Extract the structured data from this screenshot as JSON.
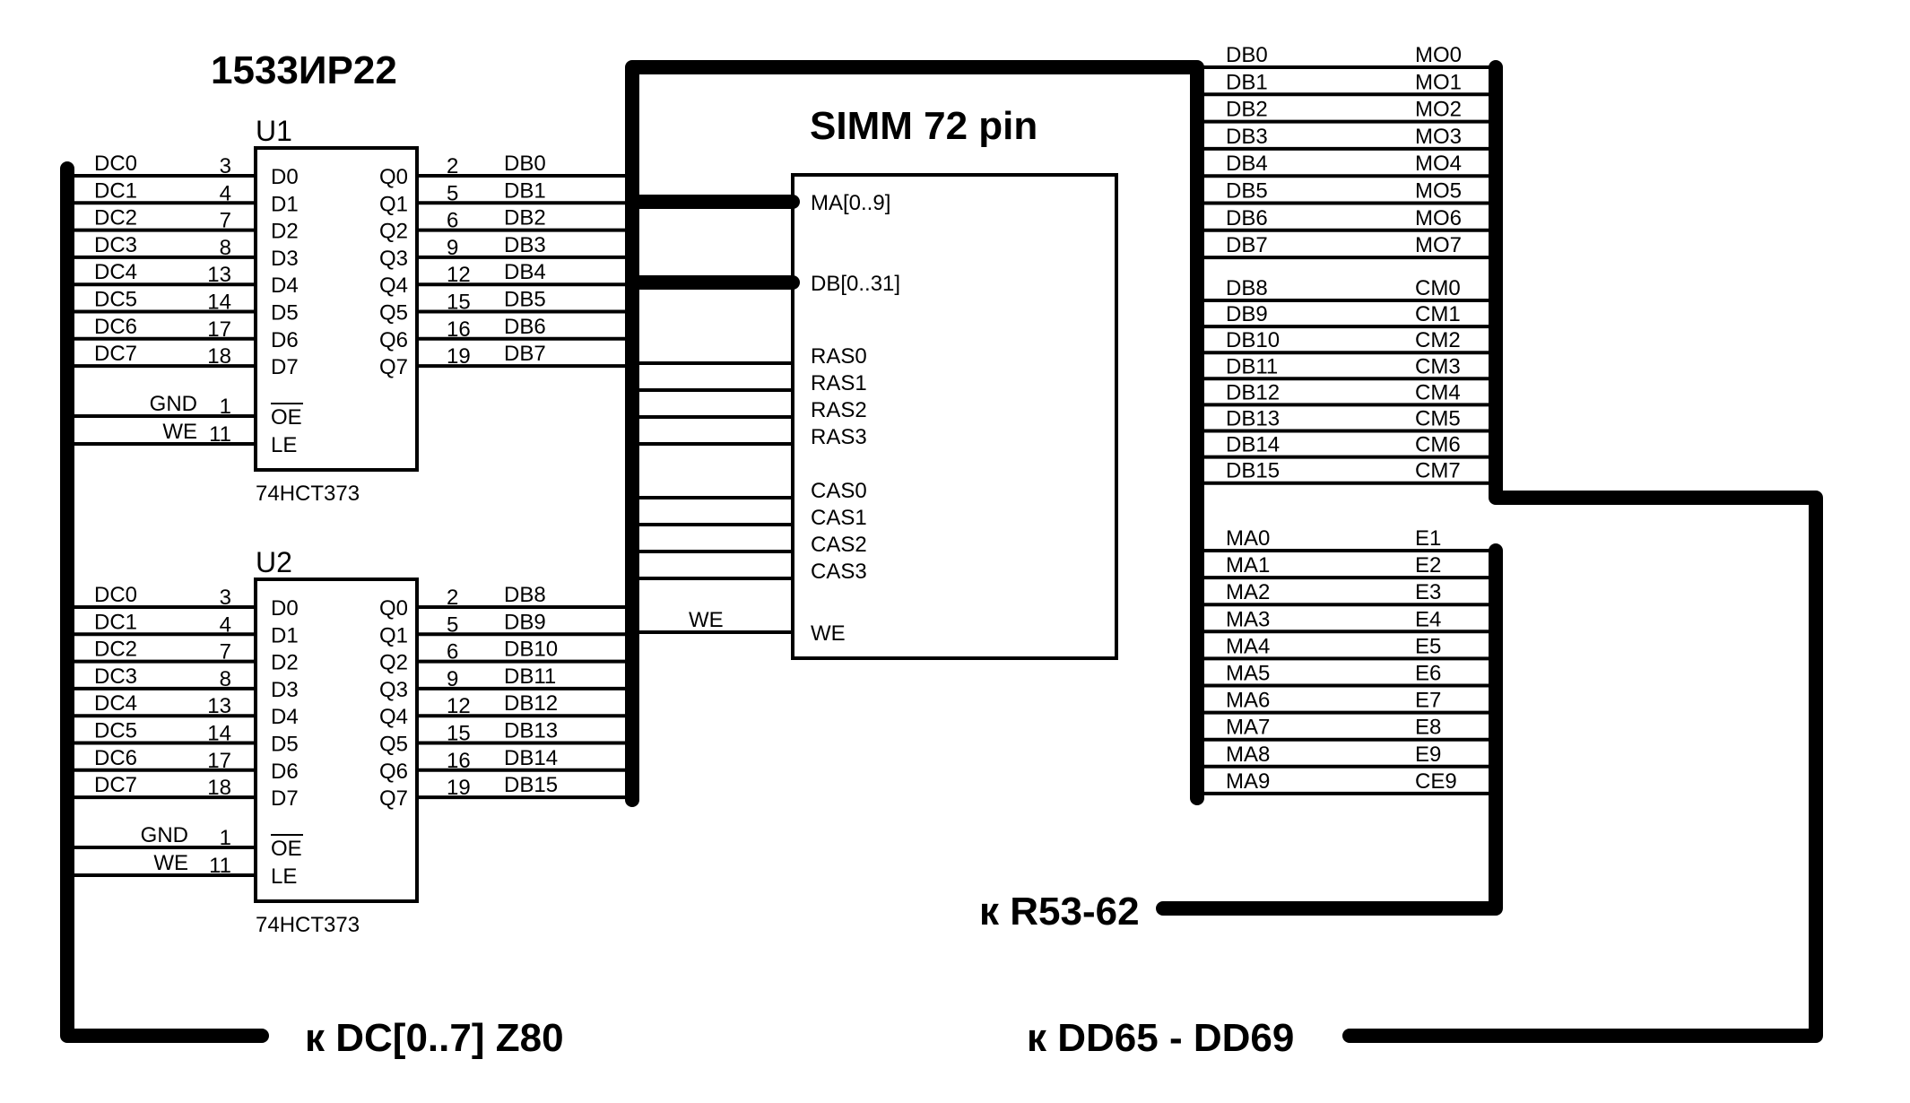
{
  "title": "1533ИР22",
  "latches": [
    {
      "ref": "U1",
      "part": "74HCT373",
      "inputs": [
        {
          "net": "DC0",
          "pin": "3",
          "name": "D0"
        },
        {
          "net": "DC1",
          "pin": "4",
          "name": "D1"
        },
        {
          "net": "DC2",
          "pin": "7",
          "name": "D2"
        },
        {
          "net": "DC3",
          "pin": "8",
          "name": "D3"
        },
        {
          "net": "DC4",
          "pin": "13",
          "name": "D4"
        },
        {
          "net": "DC5",
          "pin": "14",
          "name": "D5"
        },
        {
          "net": "DC6",
          "pin": "17",
          "name": "D6"
        },
        {
          "net": "DC7",
          "pin": "18",
          "name": "D7"
        }
      ],
      "outputs": [
        {
          "net": "DB0",
          "pin": "2",
          "name": "Q0"
        },
        {
          "net": "DB1",
          "pin": "5",
          "name": "Q1"
        },
        {
          "net": "DB2",
          "pin": "6",
          "name": "Q2"
        },
        {
          "net": "DB3",
          "pin": "9",
          "name": "Q3"
        },
        {
          "net": "DB4",
          "pin": "12",
          "name": "Q4"
        },
        {
          "net": "DB5",
          "pin": "15",
          "name": "Q5"
        },
        {
          "net": "DB6",
          "pin": "16",
          "name": "Q6"
        },
        {
          "net": "DB7",
          "pin": "19",
          "name": "Q7"
        }
      ],
      "control": [
        {
          "net": "GND",
          "pin": "1",
          "name": "OE",
          "inverted": true
        },
        {
          "net": "WE",
          "pin": "11",
          "name": "LE",
          "inverted": false
        }
      ]
    },
    {
      "ref": "U2",
      "part": "74HCT373",
      "inputs": [
        {
          "net": "DC0",
          "pin": "3",
          "name": "D0"
        },
        {
          "net": "DC1",
          "pin": "4",
          "name": "D1"
        },
        {
          "net": "DC2",
          "pin": "7",
          "name": "D2"
        },
        {
          "net": "DC3",
          "pin": "8",
          "name": "D3"
        },
        {
          "net": "DC4",
          "pin": "13",
          "name": "D4"
        },
        {
          "net": "DC5",
          "pin": "14",
          "name": "D5"
        },
        {
          "net": "DC6",
          "pin": "17",
          "name": "D6"
        },
        {
          "net": "DC7",
          "pin": "18",
          "name": "D7"
        }
      ],
      "outputs": [
        {
          "net": "DB8",
          "pin": "2",
          "name": "Q0"
        },
        {
          "net": "DB9",
          "pin": "5",
          "name": "Q1"
        },
        {
          "net": "DB10",
          "pin": "6",
          "name": "Q2"
        },
        {
          "net": "DB11",
          "pin": "9",
          "name": "Q3"
        },
        {
          "net": "DB12",
          "pin": "12",
          "name": "Q4"
        },
        {
          "net": "DB13",
          "pin": "15",
          "name": "Q5"
        },
        {
          "net": "DB14",
          "pin": "16",
          "name": "Q6"
        },
        {
          "net": "DB15",
          "pin": "19",
          "name": "Q7"
        }
      ],
      "control": [
        {
          "net": "GND",
          "pin": "1",
          "name": "OE",
          "inverted": true
        },
        {
          "net": "WE",
          "pin": "11",
          "name": "LE",
          "inverted": false
        }
      ]
    }
  ],
  "simm": {
    "title": "SIMM 72 pin",
    "bus_pins": [
      "MA[0..9]",
      "DB[0..31]"
    ],
    "ras": [
      "RAS0",
      "RAS1",
      "RAS2",
      "RAS3"
    ],
    "cas": [
      "CAS0",
      "CAS1",
      "CAS2",
      "CAS3"
    ],
    "we_pin": "WE",
    "we_net": "WE"
  },
  "connector_map": {
    "group1": [
      {
        "left": "DB0",
        "right": "MO0"
      },
      {
        "left": "DB1",
        "right": "MO1"
      },
      {
        "left": "DB2",
        "right": "MO2"
      },
      {
        "left": "DB3",
        "right": "MO3"
      },
      {
        "left": "DB4",
        "right": "MO4"
      },
      {
        "left": "DB5",
        "right": "MO5"
      },
      {
        "left": "DB6",
        "right": "MO6"
      },
      {
        "left": "DB7",
        "right": "MO7"
      }
    ],
    "group2": [
      {
        "left": "DB8",
        "right": "CM0"
      },
      {
        "left": "DB9",
        "right": "CM1"
      },
      {
        "left": "DB10",
        "right": "CM2"
      },
      {
        "left": "DB11",
        "right": "CM3"
      },
      {
        "left": "DB12",
        "right": "CM4"
      },
      {
        "left": "DB13",
        "right": "CM5"
      },
      {
        "left": "DB14",
        "right": "CM6"
      },
      {
        "left": "DB15",
        "right": "CM7"
      }
    ],
    "group3": [
      {
        "left": "MA0",
        "right": "E1"
      },
      {
        "left": "MA1",
        "right": "E2"
      },
      {
        "left": "MA2",
        "right": "E3"
      },
      {
        "left": "MA3",
        "right": "E4"
      },
      {
        "left": "MA4",
        "right": "E5"
      },
      {
        "left": "MA5",
        "right": "E6"
      },
      {
        "left": "MA6",
        "right": "E7"
      },
      {
        "left": "MA7",
        "right": "E8"
      },
      {
        "left": "MA8",
        "right": "E9"
      },
      {
        "left": "MA9",
        "right": "CE9"
      }
    ]
  },
  "bus_labels": {
    "dc": "к DC[0..7] Z80",
    "r53": "к R53-62",
    "dd65": "к DD65 - DD69"
  }
}
